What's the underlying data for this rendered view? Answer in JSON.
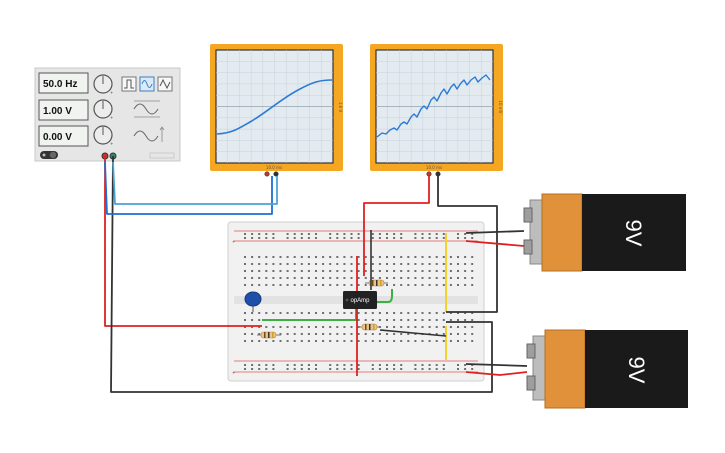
{
  "function_generator": {
    "frequency": "50.0 Hz",
    "amplitude": "1.00 V",
    "offset": "0.00 V",
    "waveforms": [
      "square-wave-icon",
      "sine-wave-icon",
      "triangle-wave-icon"
    ],
    "selected_waveform": "sine-wave-icon"
  },
  "oscilloscope_1": {
    "time_label": "10.0 ms",
    "volt_label": "1.6 V"
  },
  "oscilloscope_2": {
    "time_label": "10.0 ms",
    "volt_label": "10 mV"
  },
  "opamp": {
    "label": "opAmp"
  },
  "battery_top": {
    "label": "9V"
  },
  "battery_bottom": {
    "label": "9V"
  },
  "colors": {
    "accent": "#f5a623",
    "wire_red": "#e02020",
    "wire_dark": "#333333",
    "wire_blue": "#1e6fd0",
    "wire_cyan": "#4aa3d8",
    "wire_green": "#3cb043",
    "wire_yellow": "#f2d22e",
    "trace_blue": "#2b7bd4"
  }
}
